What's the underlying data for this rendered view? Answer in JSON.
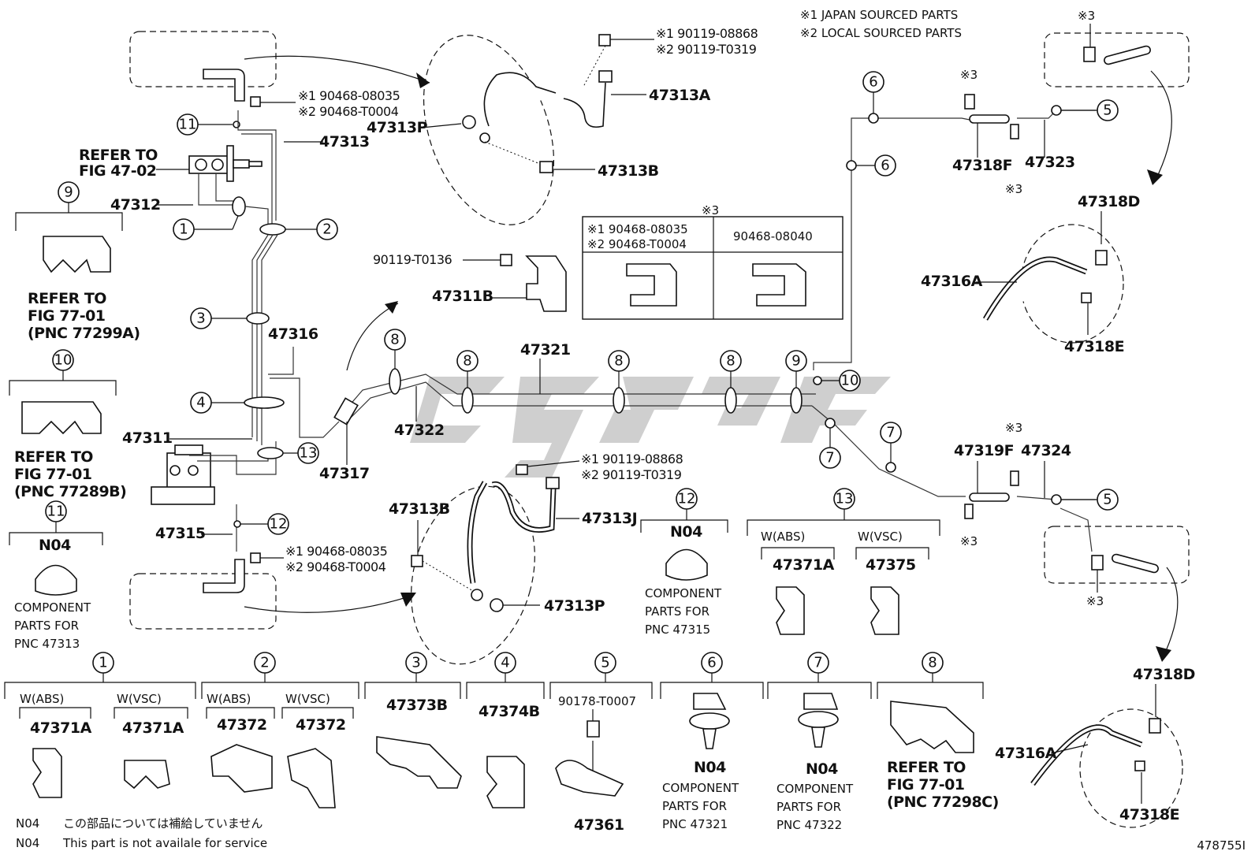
{
  "legend": {
    "note1": "※1 JAPAN SOURCED PARTS",
    "note2": "※2 LOCAL SOURCED PARTS",
    "mark3": "※3"
  },
  "main": {
    "p47313": "47313",
    "p47313P_top": "47313P",
    "p47313A": "47313A",
    "p47313B_top": "47313B",
    "bolt_top_1": "※1 90119-08868",
    "bolt_top_2": "※2 90119-T0319",
    "clip_top_1": "※1 90468-08035",
    "clip_top_2": "※2 90468-T0004",
    "refer_fig_47_02_a": "REFER TO",
    "refer_fig_47_02_b": "FIG 47-02",
    "p47312": "47312",
    "p47316": "47316",
    "p47311": "47311",
    "p47315": "47315",
    "p47317": "47317",
    "p47322": "47322",
    "p47321": "47321",
    "bolt_90119_T0136": "90119-T0136",
    "p47311B": "47311B",
    "p47318F": "47318F",
    "p47323": "47323",
    "p47319F": "47319F",
    "p47324": "47324",
    "p47318D_top": "47318D",
    "p47316A_top": "47316A",
    "p47318E_top": "47318E",
    "p47318D_bot": "47318D",
    "p47316A_bot": "47316A",
    "p47318E_bot": "47318E",
    "p47313B_bot": "47313B",
    "p47313J": "47313J",
    "p47313P_bot": "47313P",
    "bolt_bot_1": "※1 90119-08868",
    "bolt_bot_2": "※2 90119-T0319",
    "clip_bot_1": "※1 90468-08035",
    "clip_bot_2": "※2 90468-T0004"
  },
  "clip_table": {
    "mark": "※3",
    "left_1": "※1 90468-08035",
    "left_2": "※2 90468-T0004",
    "right": "90468-08040"
  },
  "callouts": {
    "c9": {
      "num": "9",
      "text": [
        "REFER TO",
        "FIG 77-01",
        "(PNC 77299A)"
      ]
    },
    "c10": {
      "num": "10",
      "text": [
        "REFER TO",
        "FIG 77-01",
        "(PNC 77289B)"
      ]
    },
    "c11": {
      "num": "11",
      "code": "N04",
      "text": [
        "COMPONENT",
        "PARTS FOR",
        "PNC 47313"
      ]
    },
    "c12": {
      "num": "12",
      "code": "N04",
      "text": [
        "COMPONENT",
        "PARTS FOR",
        "PNC 47315"
      ]
    },
    "c13": {
      "num": "13",
      "left_cond": "W(ABS)",
      "left_pn": "47371A",
      "right_cond": "W(VSC)",
      "right_pn": "47375"
    },
    "c1": {
      "num": "1",
      "left_cond": "W(ABS)",
      "left_pn": "47371A",
      "right_cond": "W(VSC)",
      "right_pn": "47371A"
    },
    "c2": {
      "num": "2",
      "left_cond": "W(ABS)",
      "left_pn": "47372",
      "right_cond": "W(VSC)",
      "right_pn": "47372"
    },
    "c3": {
      "num": "3",
      "pn": "47373B"
    },
    "c4": {
      "num": "4",
      "pn": "47374B"
    },
    "c5": {
      "num": "5",
      "top": "90178-T0007",
      "pn": "47361"
    },
    "c6": {
      "num": "6",
      "code": "N04",
      "text": [
        "COMPONENT",
        "PARTS FOR",
        "PNC 47321"
      ]
    },
    "c7": {
      "num": "7",
      "code": "N04",
      "text": [
        "COMPONENT",
        "PARTS FOR",
        "PNC 47322"
      ]
    },
    "c8": {
      "num": "8",
      "text": [
        "REFER TO",
        "FIG 77-01",
        "(PNC 77298C)"
      ]
    }
  },
  "footer": {
    "n04_jp_code": "N04",
    "n04_jp_text": "この部品については補給していません",
    "n04_en_code": "N04",
    "n04_en_text": "This part is not availale for service",
    "figure_id": "478755I"
  }
}
